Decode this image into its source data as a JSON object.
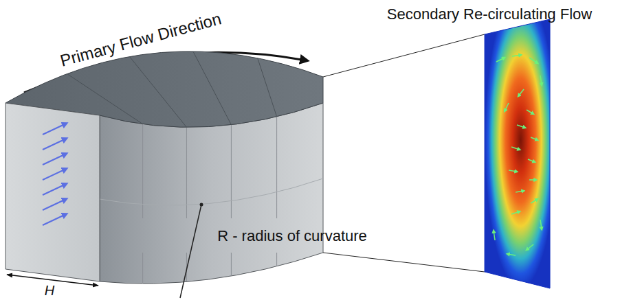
{
  "diagram": {
    "labels": [
      "Primary Flow Direction",
      "Secondary Re-circulating Flow",
      "R - radius of curvature",
      "H"
    ]
  }
}
